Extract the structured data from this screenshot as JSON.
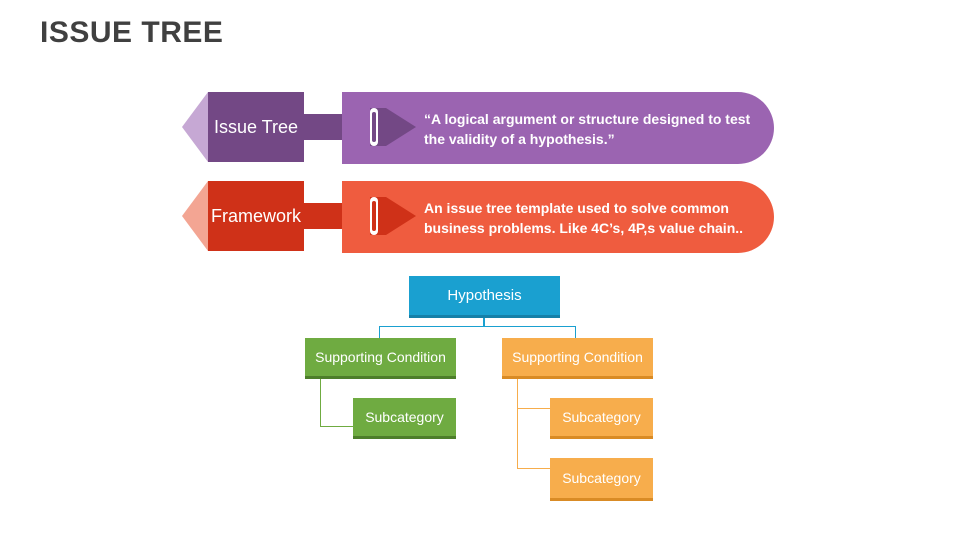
{
  "title": "ISSUE TREE",
  "rows": [
    {
      "label": "Issue Tree",
      "text": "“A logical argument or structure designed to test the validity  of a hypothesis.”"
    },
    {
      "label": "Framework",
      "text": "An issue tree template used to solve common business problems. Like 4C’s, 4P,s value chain.."
    }
  ],
  "tree": {
    "root": "Hypothesis",
    "left": {
      "label": "Supporting Condition",
      "children": [
        "Subcategory"
      ]
    },
    "right": {
      "label": "Supporting Condition",
      "children": [
        "Subcategory",
        "Subcategory"
      ]
    }
  },
  "colors": {
    "purple": "#9b64b1",
    "purple_dark": "#734885",
    "purple_light": "#c6a8d4",
    "red": "#e0452a",
    "red_dark": "#cf3118",
    "red_light": "#f3a593",
    "blue": "#1aa0d0",
    "green": "#6fab41",
    "orange": "#f7ad4c"
  }
}
